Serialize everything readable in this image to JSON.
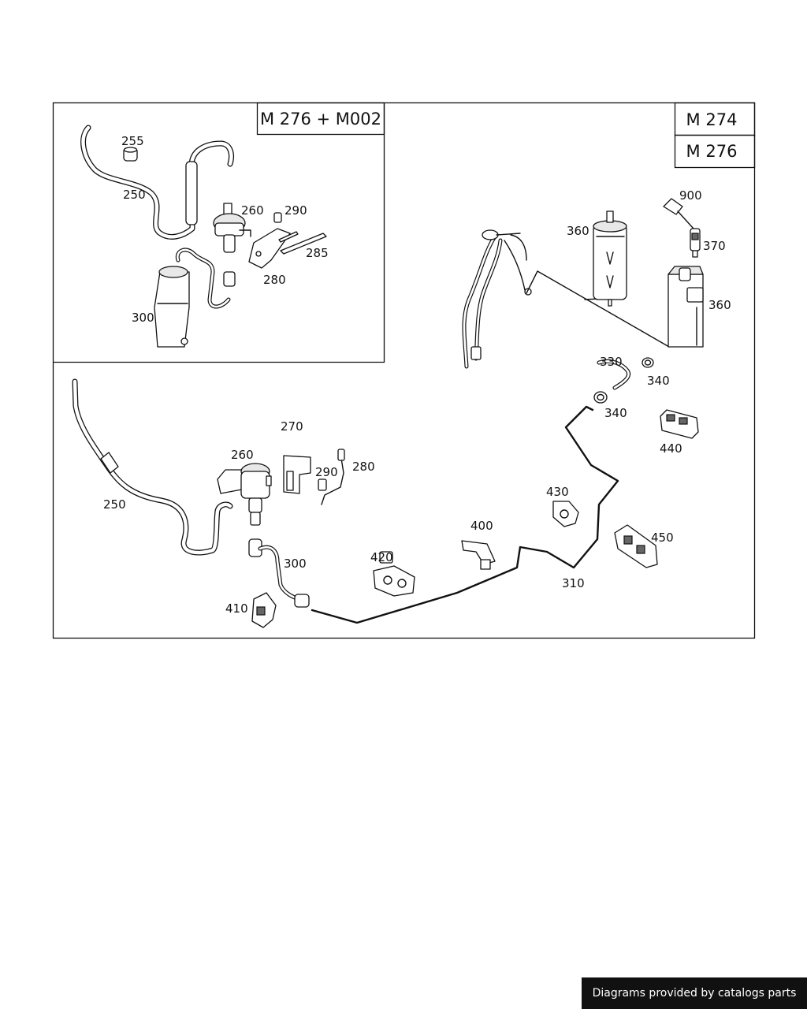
{
  "diagram": {
    "variants": {
      "inset": "M 276 + M002",
      "main_top": "M 274",
      "main_bottom": "M 276"
    },
    "callouts": {
      "inset_255": "255",
      "inset_250": "250",
      "inset_260": "260",
      "inset_290": "290",
      "inset_285": "285",
      "inset_280": "280",
      "inset_300": "300",
      "c_360_canister": "360",
      "c_900": "900",
      "c_370": "370",
      "c_360_box": "360",
      "c_330": "330",
      "c_340_right": "340",
      "c_340_left": "340",
      "c_440": "440",
      "c_270": "270",
      "c_260": "260",
      "c_290": "290",
      "c_280": "280",
      "c_250": "250",
      "c_430": "430",
      "c_400": "400",
      "c_450": "450",
      "c_420": "420",
      "c_300": "300",
      "c_310": "310",
      "c_410": "410"
    }
  },
  "footer": {
    "credit": "Diagrams provided by catalogs parts"
  }
}
